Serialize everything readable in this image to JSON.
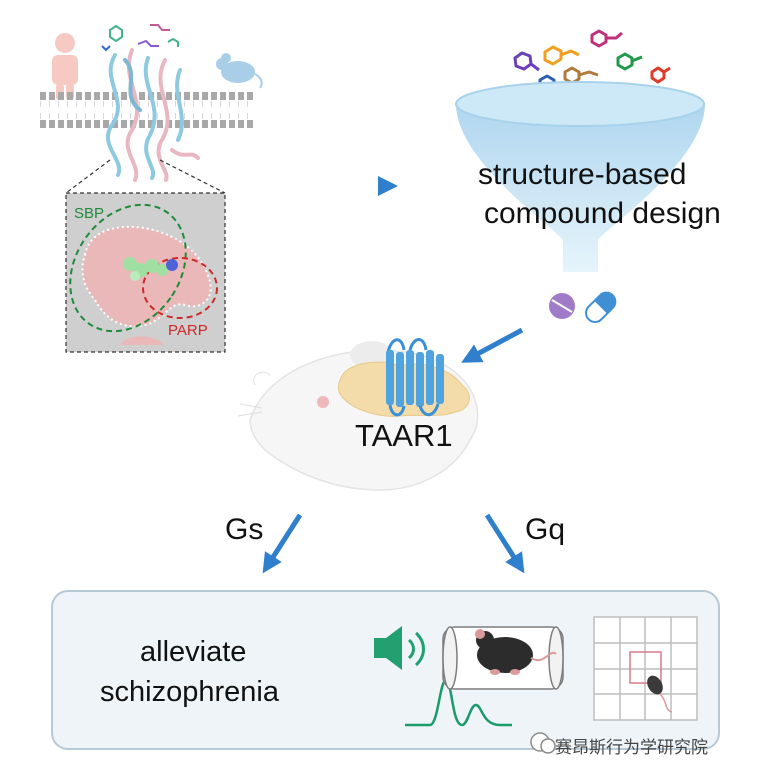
{
  "design_text": {
    "line1": "structure-based",
    "line2": "compound design"
  },
  "receptor_label": "TAAR1",
  "pathways": {
    "left": "Gs",
    "right": "Gq"
  },
  "pocket_labels": {
    "sbp": "SBP",
    "parp": "PARP"
  },
  "outcome": {
    "line1": "alleviate",
    "line2": "schizophrenia"
  },
  "watermark_text": "赛昂斯行为学研究院",
  "colors": {
    "arrow_blue": "#2f7fcc",
    "funnel_blue": "#bfe0f2",
    "receptor_blue": "#4fa3df",
    "sbp_green": "#1f8a3a",
    "parp_red": "#cc2a2a",
    "membrane_gray": "#b9b9b9",
    "panel_bg": "#eef4f8",
    "panel_border": "#b7c8d6",
    "signal_green": "#1b9a6a"
  },
  "icons": [
    "human-icon",
    "mouse-icon",
    "pill-icon",
    "capsule-icon",
    "speaker-icon",
    "mouse-in-tube-icon",
    "open-field-arena-icon",
    "watermark-logo-icon"
  ]
}
